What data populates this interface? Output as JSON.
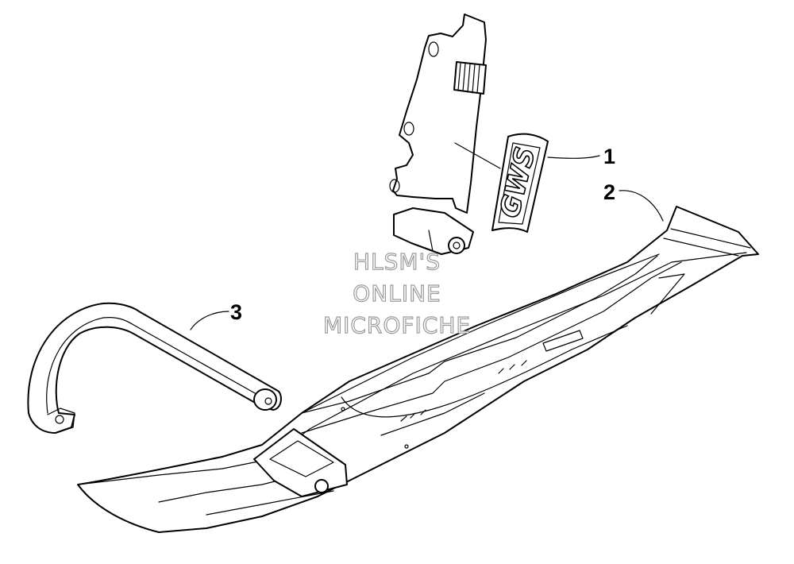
{
  "diagram": {
    "callouts": [
      {
        "number": "1",
        "part": "decal"
      },
      {
        "number": "2",
        "part": "ski"
      },
      {
        "number": "3",
        "part": "ski-loop"
      }
    ],
    "decal_text": "GWS",
    "watermark": [
      "HLSM'S",
      "ONLINE",
      "MICROFICHE"
    ],
    "colors": {
      "ink": "#000000",
      "background": "#ffffff",
      "watermark_outline": "#9a9a9a"
    }
  }
}
